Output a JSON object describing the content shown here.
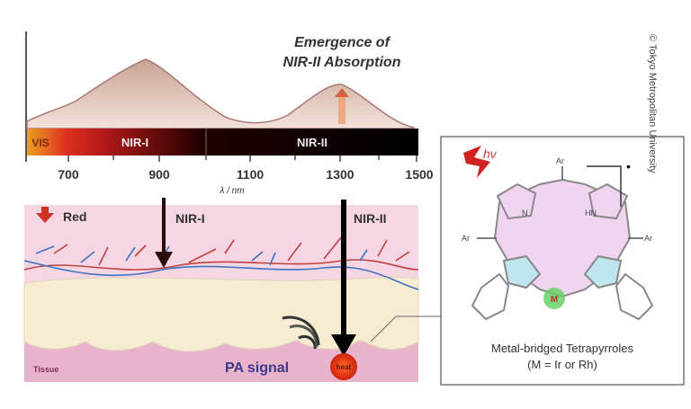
{
  "spectrum": {
    "title_line1": "Emergence of",
    "title_line2": "NIR-II Absorption",
    "bands": [
      {
        "label": "VIS",
        "range_nm": [
          600,
          700
        ]
      },
      {
        "label": "NIR-I",
        "range_nm": [
          700,
          1000
        ]
      },
      {
        "label": "NIR-II",
        "range_nm": [
          1000,
          1500
        ]
      }
    ],
    "ticks": [
      "700",
      "900",
      "1100",
      "1300",
      "1500"
    ],
    "axis_label": "λ / nm"
  },
  "tissue": {
    "red_label": "Red",
    "nir1_label": "NIR-I",
    "nir2_label": "NIR-II",
    "tissue_label": "Tissue",
    "pa_signal_label": "PA signal",
    "heat_label": "heat"
  },
  "molecule": {
    "hv_label": "hν",
    "ar_label": "Ar",
    "n_label": "N",
    "hn_label": "HN",
    "metal_label": "M",
    "radical_label": "•",
    "caption_line1": "Metal-bridged Tetrapyrroles",
    "caption_line2": "(M = Ir or Rh)"
  },
  "copyright": "© Tokyo Metropolitan University",
  "colors": {
    "tissue_bg": "#f3c6da",
    "fat": "#f6ecd2",
    "curve_fill": "#e8c9bd",
    "ring_fill": "#f0d4f0",
    "pyrrole_blue": "#bfe6ef"
  }
}
